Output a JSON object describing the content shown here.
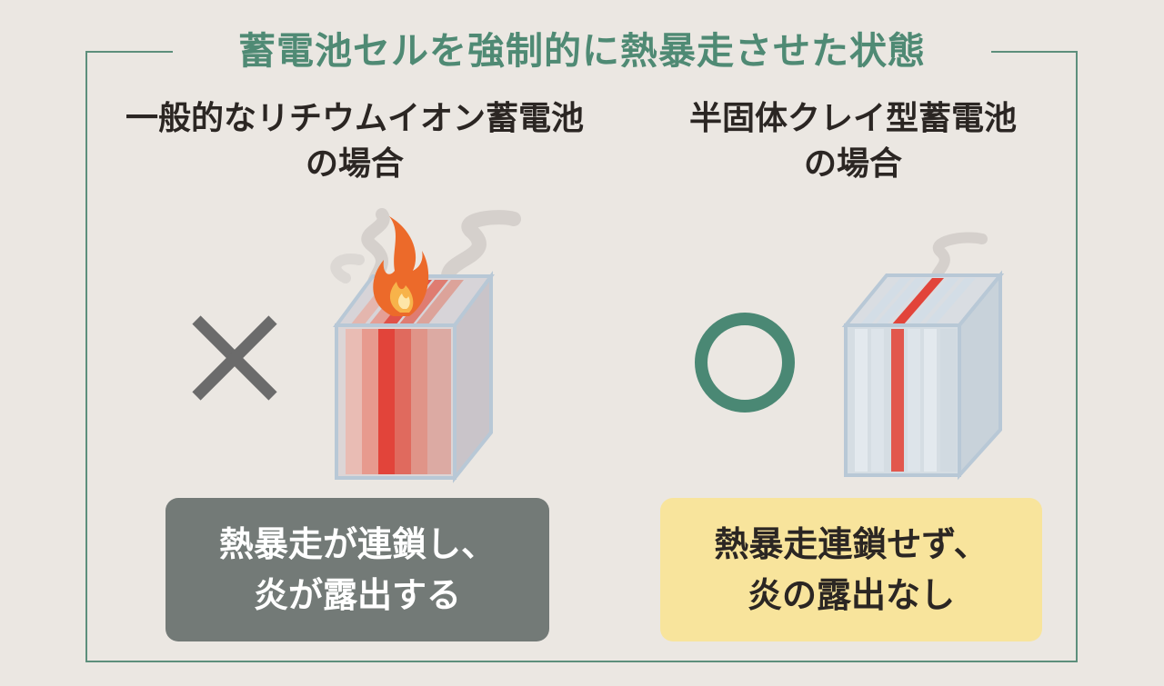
{
  "title": "蓄電池セルを強制的に熱暴走させた状態",
  "left": {
    "title_line1": "一般的なリチウムイオン蓄電池",
    "title_line2": "の場合",
    "mark_icon": "cross-icon",
    "result_line1": "熱暴走が連鎖し、",
    "result_line2": "炎が露出する"
  },
  "right": {
    "title_line1": "半固体クレイ型蓄電池",
    "title_line2": "の場合",
    "mark_icon": "circle-icon",
    "result_line1": "熱暴走連鎖せず、",
    "result_line2": "炎の露出なし"
  },
  "colors": {
    "frame_green": "#5d8f7c",
    "cross_gray": "#6b6b6b",
    "circle_green": "#4a8874",
    "box_gray": "#737a77",
    "box_yellow": "#f8e49c",
    "hot_red": "#e2443a"
  }
}
